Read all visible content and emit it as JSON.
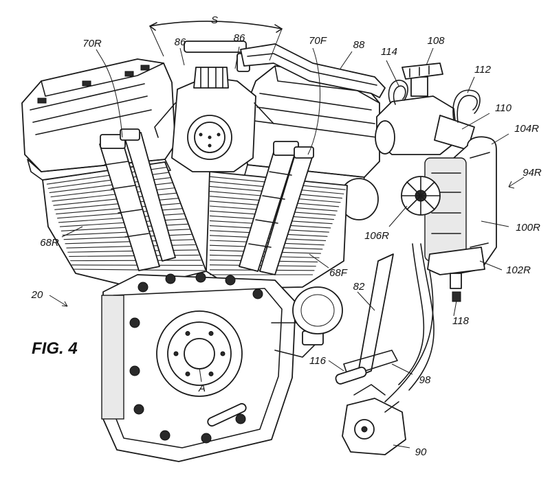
{
  "figure": {
    "caption": "FIG. 4"
  },
  "labels": {
    "l20": "20",
    "lS": "S",
    "l86a": "86",
    "l86b": "86",
    "l70R": "70R",
    "l70F": "70F",
    "l88": "88",
    "l114": "114",
    "l108": "108",
    "l112": "112",
    "l110": "110",
    "l104R": "104R",
    "l94R": "94R",
    "l100R": "100R",
    "l106R": "106R",
    "l102R": "102R",
    "l68R": "68R",
    "l68F": "68F",
    "l82": "82",
    "l118": "118",
    "l116": "116",
    "l98": "98",
    "lA": "A",
    "l90": "90"
  },
  "colors": {
    "ink": "#1a1a1a",
    "paper": "#ffffff"
  }
}
